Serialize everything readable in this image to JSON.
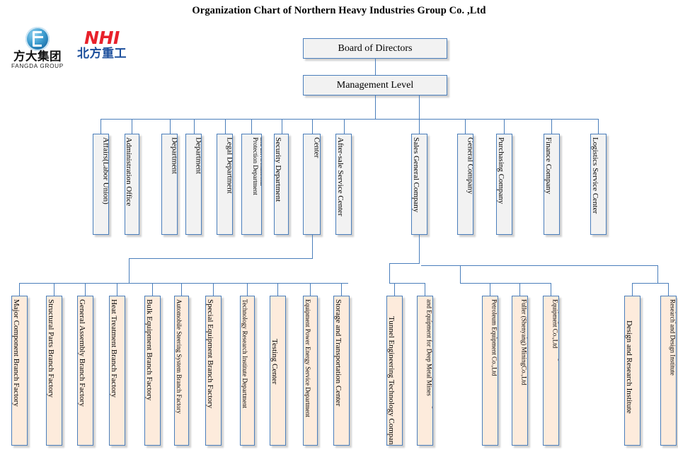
{
  "title": "Organization Chart of Northern Heavy Industries  Group Co. ,Ltd",
  "logos": {
    "fangda": {
      "mark": "fangda-circle-f-logo",
      "cn": "方大集团",
      "en": "FANGDA GROUP"
    },
    "nhi": {
      "en": "NHI",
      "cn": "北方重工"
    }
  },
  "chart_data": {
    "type": "org-chart",
    "root": "Board of Directors",
    "levels": [
      {
        "name": "board",
        "nodes": [
          "Board of Directors"
        ]
      },
      {
        "name": "management",
        "nodes": [
          "Management Level"
        ]
      },
      {
        "name": "functional-departments",
        "nodes": [
          "Department of Party Affairs(Labor Union)",
          "Administration Office",
          "Human Resources Department",
          "Quality Assurance Department",
          "Audit, Supervision & Legal Department",
          "Safety Technology and Environmental Protection Department",
          "Security Department",
          "Production Directing Center",
          "After-sale Service Center"
        ]
      },
      {
        "name": "business-companies",
        "nodes": [
          "Sales General Company",
          "International Sales General Company",
          "Purchasing Company",
          "Finance Company",
          "Logistics Service Center"
        ]
      },
      {
        "name": "production-units",
        "parent": "Production Directing Center",
        "nodes": [
          "Major Component Branch Factory",
          "Structural Parts Branch Factory",
          "General Assembly Branch Factory",
          "Heat Treatment Branch Factory",
          "Bulk Equipment Branch Factory",
          "Automobile Steering System Branch Factory",
          "Special Equipment Branch Factory",
          "Technology Research Institute Department",
          "Testing Center",
          "Equipment Power Energy Service Department",
          "Storage and Transportation Center"
        ]
      },
      {
        "name": "sales-subsidiaries",
        "parent": "Sales General Company",
        "nodes": [
          "Tunnel Engineering Technology Company",
          "State Key Laboratory of Intelligent Mining and Equipment for Deep Metal Mines"
        ]
      },
      {
        "name": "joint-ventures",
        "nodes": [
          "Northern Heavy Industries Petroleum Equipment Co.,Ltd",
          "Northern Heavy Industries Fuller (Shenyang) MiningCo.,Ltd",
          "ShenyangTunnel Boring Machine Equipment Co.,Ltd"
        ]
      },
      {
        "name": "research-institutes",
        "nodes": [
          "Design and Research Institute",
          "Shenyang Mechanical and Electrical Research and Design Institute"
        ]
      }
    ]
  },
  "nodes": {
    "board": "Board of Directors",
    "management": "Management Level",
    "dept": [
      "Department of Party Affairs(Labor Union)",
      "Administration Office",
      "Human Resources Department",
      "Quality Assurance Department",
      "Audit, Supervision & Legal Department",
      "Safety Technology and Environmental Protection Department",
      "Security Department",
      "Production Directing Center",
      "After-sale Service Center"
    ],
    "biz": [
      "Sales General Company",
      "International Sales General Company",
      "Purchasing Company",
      "Finance Company",
      "Logistics Service Center"
    ],
    "prod": [
      "Major Component Branch Factory",
      "Structural Parts Branch Factory",
      "General Assembly Branch Factory",
      "Heat Treatment Branch Factory",
      "Bulk Equipment Branch Factory",
      "Automobile Steering System Branch Factory",
      "Special Equipment Branch Factory",
      "Technology Research Institute Department",
      "Testing Center",
      "Equipment Power Energy Service Department",
      "Storage and Transportation Center"
    ],
    "sales_sub": [
      "Tunnel Engineering Technology Company",
      "State Key Laboratory of Intelligent Mining and Equipment for Deep Metal Mines"
    ],
    "jv": [
      "Northern Heavy Industries Petroleum Equipment Co.,Ltd",
      "Northern Heavy Industries Fuller (Shenyang) MiningCo.,Ltd",
      "ShenyangTunnel Boring Machine Equipment Co.,Ltd"
    ],
    "inst": [
      "Design and Research Institute",
      "Shenyang Mechanical and Electrical Research and Design Institute"
    ]
  },
  "colors": {
    "line": "#4a7ebb",
    "box_border": "#4a7ebb",
    "box_fill_gray": "#f2f2f2",
    "box_fill_peach": "#fdebdc",
    "logo_red": "#e8212b",
    "logo_blue": "#1c4f9c"
  }
}
